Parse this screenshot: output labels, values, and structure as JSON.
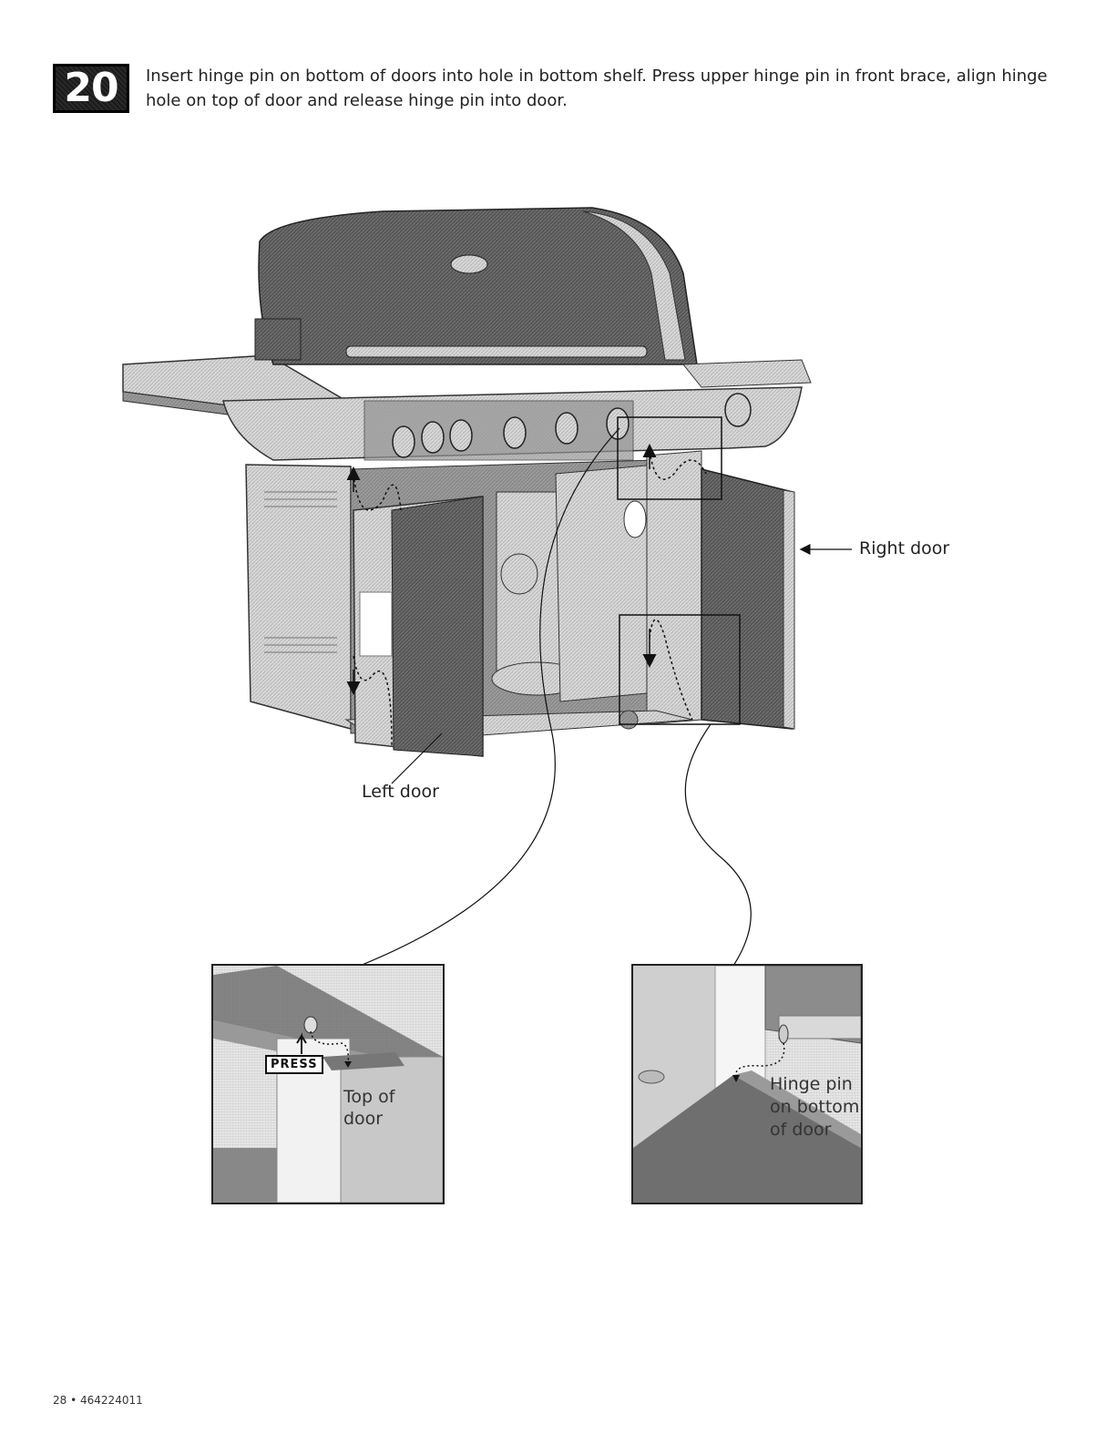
{
  "step": {
    "number": "20",
    "instructions": "Insert hinge pin on bottom of doors into hole in bottom shelf. Press upper hinge pin in front brace, align hinge hole on top of door and release hinge pin into door."
  },
  "callouts": {
    "right_door": "Right door",
    "left_door": "Left door"
  },
  "detail_top": {
    "press_label": "PRESS",
    "caption_line1": "Top of",
    "caption_line2": "door"
  },
  "detail_bottom": {
    "caption_line1": "Hinge pin",
    "caption_line2": "on bottom",
    "caption_line3": "of door"
  },
  "footer": {
    "page_number": "28",
    "separator": "•",
    "doc_number": "464224011"
  }
}
